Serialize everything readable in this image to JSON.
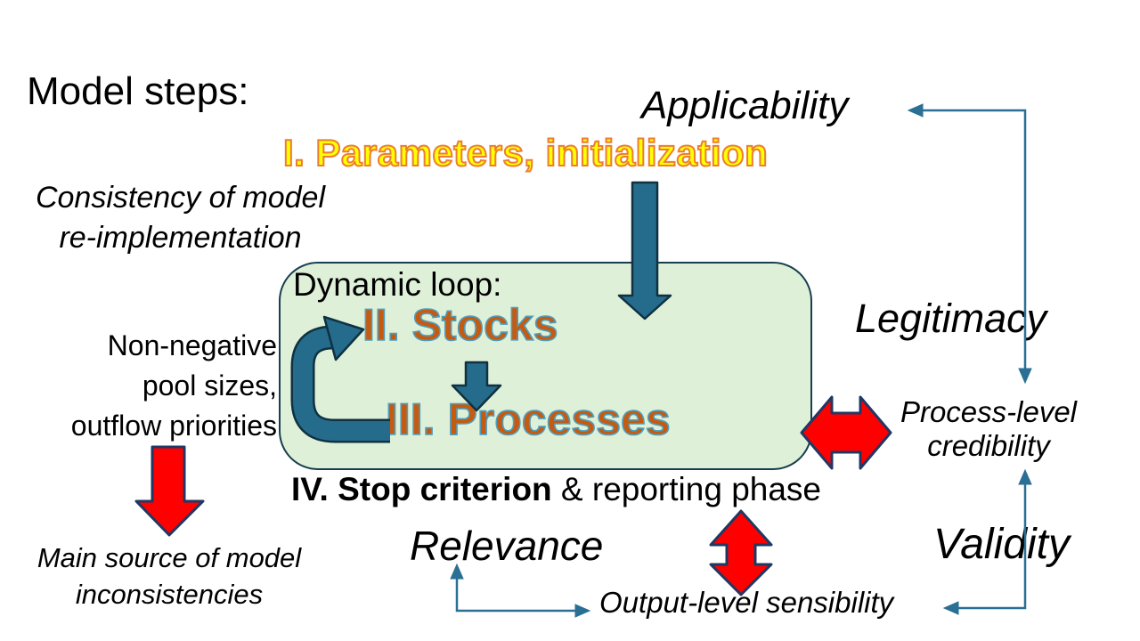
{
  "slide": {
    "title": "Model steps:",
    "steps": {
      "step1": "I. Parameters, initialization",
      "loop_header": "Dynamic loop:",
      "step2": "II. Stocks",
      "step3": "III. Processes",
      "step4_bold": "IV. Stop criterion",
      "step4_rest": " & reporting phase"
    },
    "annotations": {
      "consistency": [
        "Consistency of model",
        "re-implementation"
      ],
      "non_negative": [
        "Non-negative",
        "pool sizes,",
        "outflow priorities"
      ],
      "main_source": [
        "Main source of model",
        "inconsistencies"
      ]
    },
    "criteria": {
      "applicability": "Applicability",
      "legitimacy": "Legitimacy",
      "process_credibility": [
        "Process-level",
        "credibility"
      ],
      "validity": "Validity",
      "relevance": "Relevance",
      "output_sensibility": "Output-level sensibility"
    },
    "colors": {
      "background": "#FFFFFF",
      "text": "#000000",
      "step1_fill": "#FFFF00",
      "step1_outline": "#ED7D31",
      "loop_box_fill": "#DFF0D8",
      "loop_box_border": "#173F4E",
      "step_text_fill": "#C55A11",
      "step_text_outline": "#4E9FBE",
      "teal_arrow_fill": "#256B8C",
      "teal_arrow_outline": "#0F3140",
      "red_arrow_fill": "#FF0000",
      "red_arrow_outline": "#1F3864",
      "thin_connector": "#2A6F94"
    }
  }
}
